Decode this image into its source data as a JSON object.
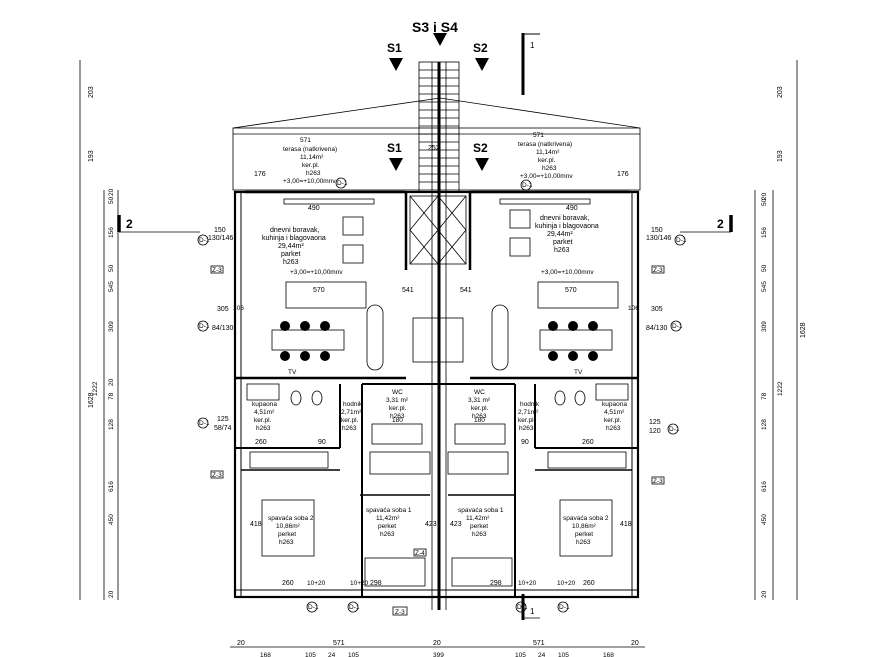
{
  "sections": {
    "s34": "S3 i S4",
    "s1": "S1",
    "s2": "S2",
    "s1b": "S1",
    "s2b": "S2",
    "one_top": "1",
    "one_bottom": "1",
    "two_left": "2",
    "two_right": "2"
  },
  "terrace": {
    "left": [
      "571",
      "terasa (natkrivena)",
      "11,14m²",
      "ker.pl.",
      "h263",
      "+3,00=+10,00mnv"
    ],
    "right": [
      "571",
      "terasa (natkrivena)",
      "11,14m²",
      "ker.pl.",
      "h263",
      "+3,00=+10,00mnv"
    ]
  },
  "living": {
    "left": [
      "dnevni boravak,",
      "kuhinja i blagovaona",
      "29,44m²",
      "parket",
      "h263"
    ],
    "right": [
      "dnevni boravak,",
      "kuhinja i blagovaona",
      "29,44m²",
      "parket",
      "h263"
    ],
    "level": "+3,00=+10,00mnv"
  },
  "bath": {
    "left": [
      "kupaona",
      "4,51m²",
      "ker.pl.",
      "h263"
    ],
    "right": [
      "kupaona",
      "4,51m²",
      "ker.pl.",
      "h263"
    ]
  },
  "wc": {
    "left": [
      "WC",
      "3,31 m²",
      "ker.pl.",
      "h263"
    ],
    "right": [
      "WC",
      "3,31 m²",
      "ker.pl.",
      "h263"
    ]
  },
  "hall": {
    "left": [
      "hodnik",
      "2,71m²",
      "ker.pl.",
      "h263"
    ],
    "right": [
      "hodnik",
      "2,71m²",
      "ker.pl.",
      "h263"
    ]
  },
  "bed": {
    "l2": [
      "spavaća soba 2",
      "10,86m²",
      "perket",
      "h263"
    ],
    "l1": [
      "spavaća soba 1",
      "11,42m²",
      "perket",
      "h263"
    ],
    "r1": [
      "spavaća soba 1",
      "11,42m²",
      "perket",
      "h263"
    ],
    "r2": [
      "spavaća soba 2",
      "10,86m²",
      "perket",
      "h263"
    ]
  },
  "tags": {
    "d1": "D-1",
    "z3": "Z-3",
    "z4": "Z-4"
  },
  "dims": {
    "d150_l": "150",
    "d130_l": "130/146",
    "d150_r": "150",
    "d130_r": "130/146",
    "d305_l": "305",
    "d84_l": "84/130",
    "d305_r": "305",
    "d84_r": "84/130",
    "d125_l": "125",
    "d58_l": "58/74",
    "d125_r": "125",
    "d120_r": "120",
    "d176_l": "176",
    "d176_r": "176",
    "d490_l": "490",
    "d490_r": "490",
    "d570_l": "570",
    "d570_r": "570",
    "d106_l": "106",
    "d106_r": "106",
    "d260a": "260",
    "d90a": "90",
    "d260b": "260",
    "d90b": "90",
    "d180a": "180",
    "d180b": "180",
    "d260c": "260",
    "d298a": "298",
    "d298b": "298",
    "d260d": "260",
    "d418a": "418",
    "d423a": "423",
    "d423b": "423",
    "d418b": "418",
    "d252": "252",
    "d541a": "541",
    "d541b": "541",
    "d10a": "10+20",
    "d10b": "10+20",
    "d10c": "10+20",
    "d10d": "10+20",
    "tv1": "TV",
    "tv2": "TV",
    "left_outer": [
      "203",
      "193",
      "1628"
    ],
    "left_inner": [
      "20",
      "50",
      "156",
      "50",
      "545",
      "309",
      "1222",
      "20",
      "78",
      "128",
      "616",
      "450",
      "20"
    ],
    "right_inner": [
      "20",
      "50",
      "156",
      "50",
      "545",
      "309",
      "1222",
      "78",
      "128",
      "616",
      "450",
      "20"
    ],
    "right_outer": [
      "203",
      "193",
      "1628"
    ],
    "bottom_1": [
      "20",
      "571",
      "20",
      "571",
      "20"
    ],
    "bottom_2": [
      "168",
      "105",
      "24",
      "105",
      "399",
      "105",
      "24",
      "105",
      "168"
    ]
  }
}
